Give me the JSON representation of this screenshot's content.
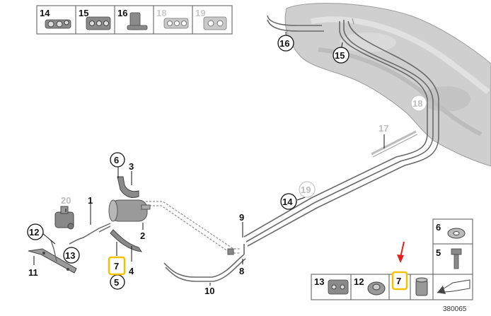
{
  "top_strip": [
    {
      "label": "14",
      "faded": false,
      "icon": "double-pipe-clip-icon"
    },
    {
      "label": "15",
      "faded": false,
      "icon": "multi-pipe-clip-icon"
    },
    {
      "label": "16",
      "faded": false,
      "icon": "single-clip-icon"
    },
    {
      "label": "18",
      "faded": true,
      "icon": "triple-clip-icon"
    },
    {
      "label": "19",
      "faded": true,
      "icon": "double-clip-icon"
    }
  ],
  "callouts": {
    "c1": "1",
    "c2": "2",
    "c3": "3",
    "c4": "4",
    "c5": "5",
    "c6": "6",
    "c7": "7",
    "c8": "8",
    "c9": "9",
    "c10": "10",
    "c11": "11",
    "c12": "12",
    "c13": "13",
    "c14": "14",
    "c15": "15",
    "c16": "16",
    "c17": "17",
    "c18": "18",
    "c19": "19",
    "c20": "20"
  },
  "bottom_strip": [
    {
      "label": "13",
      "icon": "bracket-clip-icon"
    },
    {
      "label": "12",
      "icon": "grommet-icon"
    },
    {
      "label": "7",
      "icon": "nut-icon",
      "highlighted": true
    },
    {
      "label": "",
      "icon": "sleeve-icon"
    },
    {
      "label": "",
      "icon": "reference-arrow-icon"
    }
  ],
  "side_stack": [
    {
      "label": "6",
      "icon": "retaining-washer-icon"
    },
    {
      "label": "5",
      "icon": "hex-bolt-icon"
    }
  ],
  "reference_code": "380065",
  "colors": {
    "highlight": "#f2c200",
    "arrow": "#e0201f"
  }
}
